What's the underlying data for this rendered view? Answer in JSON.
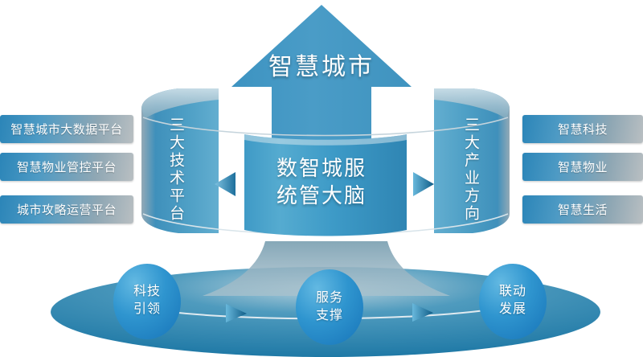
{
  "diagram": {
    "title": "智慧城市",
    "core": {
      "line1": "数智城服",
      "line2": "统管大脑"
    },
    "pillar_left": "三大技术平台",
    "pillar_right": "三大产业方向",
    "left_items": [
      {
        "label": "智慧城市大数据平台"
      },
      {
        "label": "智慧物业管控平台"
      },
      {
        "label": "城市攻略运营平台"
      }
    ],
    "right_items": [
      {
        "label": "智慧科技"
      },
      {
        "label": "智慧物业"
      },
      {
        "label": "智慧生活"
      }
    ],
    "base_nodes": [
      {
        "line1": "科技",
        "line2": "引领"
      },
      {
        "line1": "服务",
        "line2": "支撑"
      },
      {
        "line1": "联动",
        "line2": "发展"
      }
    ],
    "icons": {
      "arrow_up": "arrow-up-icon",
      "arrow_left": "triangle-left-icon",
      "arrow_right": "triangle-right-icon",
      "flow_arrow": "triangle-right-small-icon"
    },
    "colors": {
      "accent": "#2f8ec4",
      "deep_blue": "#1b7fae",
      "mid_blue": "#3f9ac8",
      "light_blue": "#6fb6d8",
      "steel": "#7e98a8",
      "gray": "#b9bfc2",
      "base_ellipse": "#2d83ab"
    }
  }
}
